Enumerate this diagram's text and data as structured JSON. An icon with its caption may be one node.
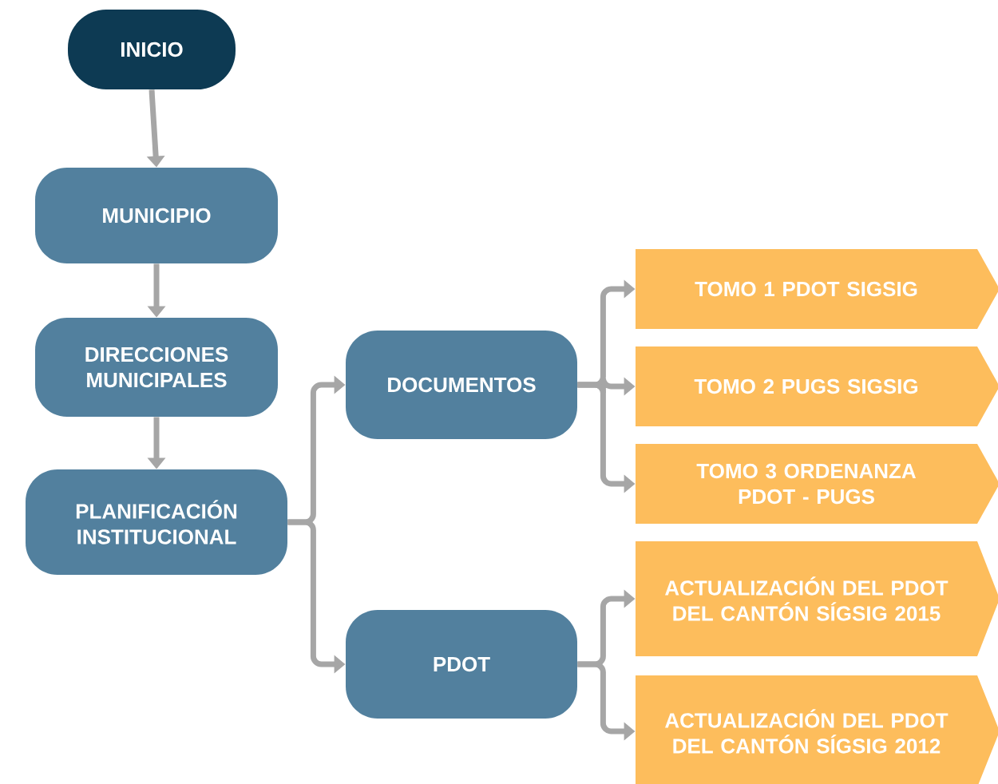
{
  "diagram": {
    "nodes": [
      {
        "text": [
          "INICIO"
        ]
      },
      {
        "text": [
          "MUNICIPIO"
        ]
      },
      {
        "text": [
          "DIRECCIONES MUNICIPALES"
        ]
      },
      {
        "text": [
          "PLANIFICACIÓN INSTITUCIONAL"
        ]
      },
      {
        "text": [
          "DOCUMENTOS"
        ]
      },
      {
        "text": [
          "PDOT"
        ]
      },
      {
        "text": [
          "TOMO 1 PDOT SIGSIG"
        ]
      },
      {
        "text": [
          "TOMO 2 PUGS SIGSIG"
        ]
      },
      {
        "text": [
          "TOMO 3 ORDENANZA PDOT - PUGS"
        ]
      },
      {
        "text": [
          "ACTUALIZACIÓN DEL PDOT DEL CANTÓN SÍGSIG 2015"
        ]
      },
      {
        "text": [
          "ACTUALIZACIÓN DEL PDOT DEL CANTÓN SÍGSIG 2012"
        ]
      }
    ],
    "edges": [
      {
        "from": 0,
        "to": 1,
        "arrow": "to"
      },
      {
        "from": 1,
        "to": 2,
        "arrow": "to"
      },
      {
        "from": 2,
        "to": 3,
        "arrow": "to"
      },
      {
        "from": 3,
        "to": 4,
        "arrow": "to"
      },
      {
        "from": 3,
        "to": 5,
        "arrow": "to"
      },
      {
        "from": 4,
        "to": 6,
        "arrow": "to"
      },
      {
        "from": 4,
        "to": 7,
        "arrow": "to"
      },
      {
        "from": 4,
        "to": 8,
        "arrow": "to"
      },
      {
        "from": 5,
        "to": 9,
        "arrow": "to"
      },
      {
        "from": 5,
        "to": 10,
        "arrow": "to"
      }
    ]
  }
}
